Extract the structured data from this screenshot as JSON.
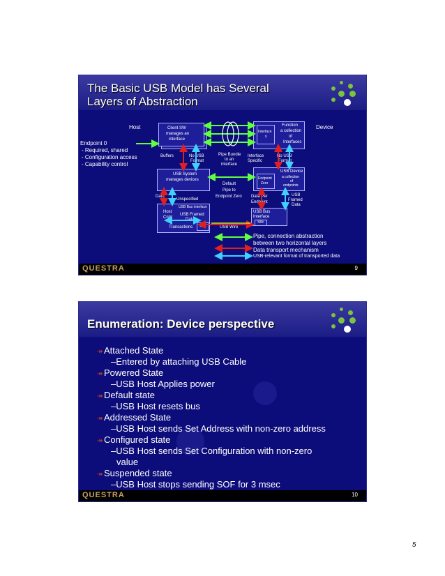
{
  "slide1": {
    "title_line1": "The Basic USB Model has Several",
    "title_line2": "Layers of Abstraction",
    "brand": "QUESTRA",
    "page": "9",
    "labels": {
      "host": "Host",
      "device": "Device",
      "endpoint0": "Endpoint 0",
      "req_shared": "- Required, shared",
      "config_access": "- Configuration access",
      "capability": "- Capability control",
      "client_sw_1": "Client SW",
      "client_sw_2": "manages an",
      "client_sw_3": "interface",
      "function_1": "Function",
      "function_2": "a collection",
      "function_3": "of",
      "function_4": "Interfaces",
      "interface_box_1": "Interface",
      "interface_box_2": "s",
      "buffers": "Buffers",
      "no_usb_format_1a": "No USB",
      "no_usb_format_1b": "Format",
      "pipe_bundle_1": "Pipe Bundle",
      "pipe_bundle_2": "to an",
      "pipe_bundle_3": "interface",
      "iface_specific_1": "Interface",
      "iface_specific_2": "Specific",
      "no_usb_format_2a": "No USB",
      "no_usb_format_2b": "Format",
      "usb_system_1": "USB System",
      "usb_system_2": "manages devices",
      "usb_device_1": "USB Device",
      "usb_device_2": "a collection",
      "usb_device_3": "of",
      "usb_device_4": "endpoints",
      "endpoint_zero_1": "Endpoint",
      "endpoint_zero_2": "Zero",
      "default_pipe_1": "Default",
      "default_pipe_2": "Pipe to",
      "default_pipe_3": "Endpoint Zero",
      "data": "Data",
      "unspecified": "Unspecified",
      "data_per_endpoint_1": "Data Per",
      "data_per_endpoint_2": "Endpoint",
      "usb_framed_data_1": "USB",
      "usb_framed_data_2": "Framed",
      "usb_framed_data_3": "Data",
      "usb_bus_interface_host": "USB Bus interface",
      "host_cntrl_1": "Host",
      "host_cntrl_2": "Cntrl",
      "usb_framed_1": "USB Framed",
      "usb_framed_2": "Data",
      "usb_bus_interface_dev_1": "USB Bus",
      "usb_bus_interface_dev_2": "Interface",
      "sie_dev": "SIE",
      "transactions": "Transactions",
      "sie_host": "SIE",
      "usb_wire": "USB Wire",
      "legend1a": "Pipe, connection abstraction",
      "legend1b": "between two horizontal layers",
      "legend2": "Data transport mechanism",
      "legend3": "USB-relevant format of transported data"
    }
  },
  "slide2": {
    "title": "Enumeration: Device perspective",
    "brand": "QUESTRA",
    "page": "10",
    "items": [
      {
        "state": "Attached State",
        "detail": "–Entered by attaching USB Cable"
      },
      {
        "state": "Powered State",
        "detail": "–USB Host Applies power"
      },
      {
        "state": "Default state",
        "detail": "–USB Host resets bus"
      },
      {
        "state": "Addressed State",
        "detail": "–USB Host sends Set Address with non-zero address"
      },
      {
        "state": "Configured state",
        "detail": "–USB Host sends Set Configuration with non-zero",
        "detail2": "value"
      },
      {
        "state": "Suspended state",
        "detail": "–USB Host stops sending SOF for 3 msec"
      }
    ]
  },
  "page_number": "5",
  "colors": {
    "slide_bg": "#0c0c7a",
    "accent_green": "#7cc43c",
    "pipe_green": "#60ff40",
    "transport_red": "#e02020",
    "format_cyan": "#40d0ff",
    "brand_gold": "#c8a060"
  }
}
